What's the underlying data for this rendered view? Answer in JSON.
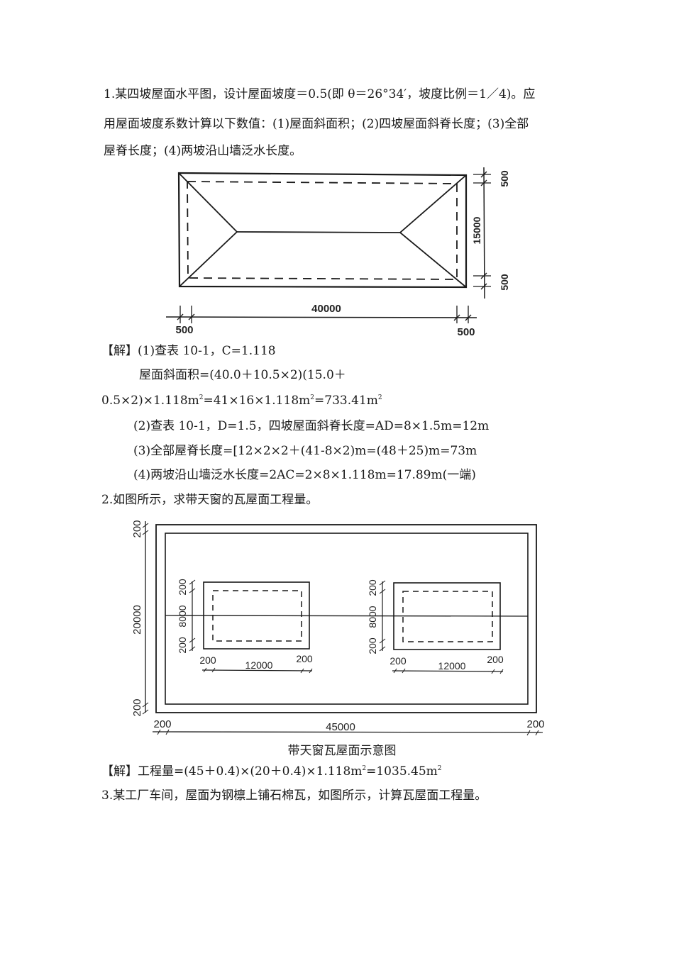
{
  "problem1": {
    "lines": [
      "1.某四坡屋面水平图，设计屋面坡度＝0.5(即 θ＝26°34′，坡度比例＝1／4)。应",
      "用屋面坡度系数计算以下数值：(1)屋面斜面积；(2)四坡屋面斜脊长度；(3)全部",
      "屋脊长度；(4)两坡沿山墙泛水长度。"
    ],
    "figure": {
      "dim_bottom_total": "40000",
      "dim_bottom_left": "500",
      "dim_bottom_right": "500",
      "dim_right_top": "500",
      "dim_right_middle": "15000",
      "dim_right_bottom": "500"
    },
    "solution": {
      "line1": "【解】(1)查表 10-1，C=1.118",
      "line2": "屋面斜面积=(40.0＋10.5×2)(15.0＋",
      "line3_a": "0.5×2)×1.118m",
      "line3_b": "=41×16×1.118m",
      "line3_c": "=733.41m",
      "sup": "2",
      "line4": "(2)查表 10-1，D=1.5，四坡屋面斜脊长度=AD=8×1.5m=12m",
      "line5": "(3)全部屋脊长度=[12×2×2＋(41-8×2)m=(48＋25)m=73m",
      "line6": "(4)两坡沿山墙泛水长度=2AC=2×8×1.118m=17.89m(一端)"
    }
  },
  "problem2": {
    "question": "2.如图所示，求带天窗的瓦屋面工程量。",
    "figure": {
      "caption": "带天窗瓦屋面示意图",
      "dim_left_top": "200",
      "dim_left_middle": "20000",
      "dim_left_bottom": "200",
      "dim_bottom_left": "200",
      "dim_bottom_total": "45000",
      "dim_bottom_right": "200",
      "skylight_dim_top": "200",
      "skylight_dim_height": "8000",
      "skylight_dim_bottom": "200",
      "skylight_dim_left": "200",
      "skylight_dim_width": "12000",
      "skylight_dim_right": "200"
    },
    "solution": {
      "a": "【解】工程量=(45＋0.4)×(20＋0.4)×1.118m",
      "b": "=1035.45m",
      "sup": "2"
    }
  },
  "problem3": {
    "question": "3.某工厂车间，屋面为钢檩上铺石棉瓦，如图所示，计算瓦屋面工程量。"
  }
}
